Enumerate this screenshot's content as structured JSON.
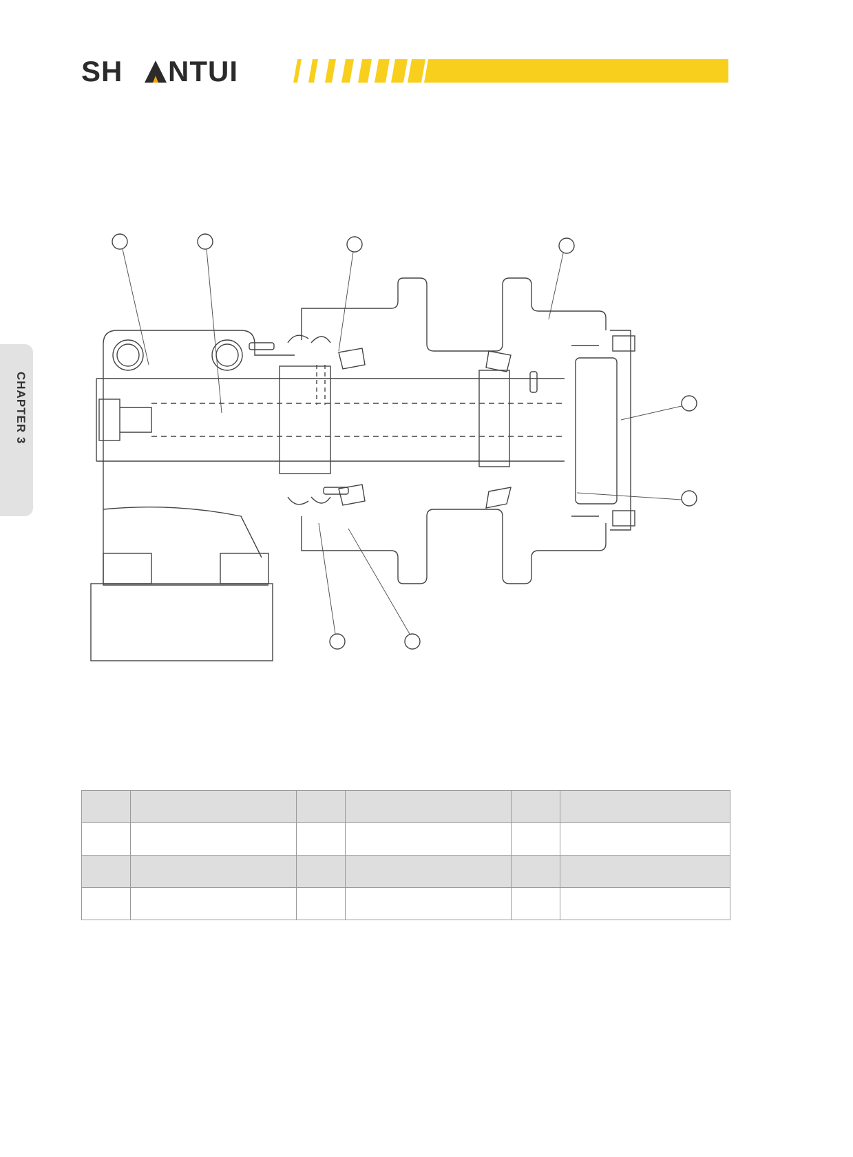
{
  "header": {
    "brand_text": "SHANTUI",
    "accent_color": "#f9cf1e",
    "brand_color": "#2b2b2b"
  },
  "side_tab": {
    "label": "CHAPTER 3"
  },
  "diagram": {
    "icon": "track-roller-cross-section",
    "callout_count": 8
  },
  "parts_table": {
    "rows": [
      [
        "",
        "",
        "",
        "",
        "",
        ""
      ],
      [
        "",
        "",
        "",
        "",
        "",
        ""
      ],
      [
        "",
        "",
        "",
        "",
        "",
        ""
      ],
      [
        "",
        "",
        "",
        "",
        "",
        ""
      ]
    ]
  }
}
